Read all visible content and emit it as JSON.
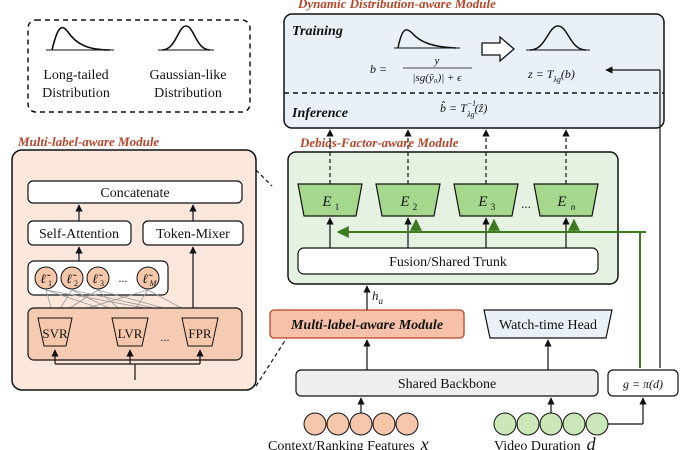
{
  "legend": {
    "long_tailed": [
      "Long-tailed",
      "Distribution"
    ],
    "gaussian": [
      "Gaussian-like",
      "Distribution"
    ]
  },
  "mlam": {
    "title": "Multi-label-aware Module",
    "concatenate": "Concatenate",
    "self_attention": "Self-Attention",
    "token_mixer": "Token-Mixer",
    "tokens": [
      "ℓ̃",
      "ℓ̃",
      "ℓ̃",
      "ℓ̃"
    ],
    "token_subs": [
      "1",
      "2",
      "3",
      "M"
    ],
    "token_ellipsis": "...",
    "experts": [
      "SVR",
      "LVR",
      "FPR"
    ],
    "expert_ellipsis": "..."
  },
  "ddam": {
    "title": "Dynamic Distribution-aware Module",
    "training_label": "Training",
    "inference_label": "Inference",
    "formula_b_lhs": "b =",
    "formula_b_num": "y",
    "formula_b_den": "|sg(ŷ₀)| + ϵ",
    "formula_z": "z = T",
    "formula_z_sub": "λg",
    "formula_z_arg": "(b)",
    "formula_inf": "b̂ = T",
    "formula_inf_sup": "−1",
    "formula_inf_sub": "λg",
    "formula_inf_arg": "(ẑ)"
  },
  "dfam": {
    "title": "Debias-Factor-aware Module",
    "experts": [
      "E",
      "E",
      "E",
      "E"
    ],
    "expert_subs": [
      "1",
      "2",
      "3",
      "n"
    ],
    "ellipsis": "...",
    "fusion": "Fusion/Shared Trunk",
    "h_a": "h",
    "h_a_sub": "a"
  },
  "blocks": {
    "mlam_block": "Multi-label-aware Module",
    "watch_time_head": "Watch-time Head",
    "shared_backbone": "Shared Backbone",
    "g_formula": "g = π(d)"
  },
  "inputs": {
    "context_label": "Context/Ranking Features",
    "context_var": "x",
    "video_label": "Video Duration",
    "video_var": "d"
  },
  "colors": {
    "salmon_fill": "#fbe7dc",
    "salmon_stroke": "#b5462a",
    "green_fill": "#e6f2e1",
    "green_box": "#a5d88d",
    "blue_fill": "#e9f0f8",
    "arrow_green": "#3d7a22",
    "grey_fill": "#efefef"
  }
}
